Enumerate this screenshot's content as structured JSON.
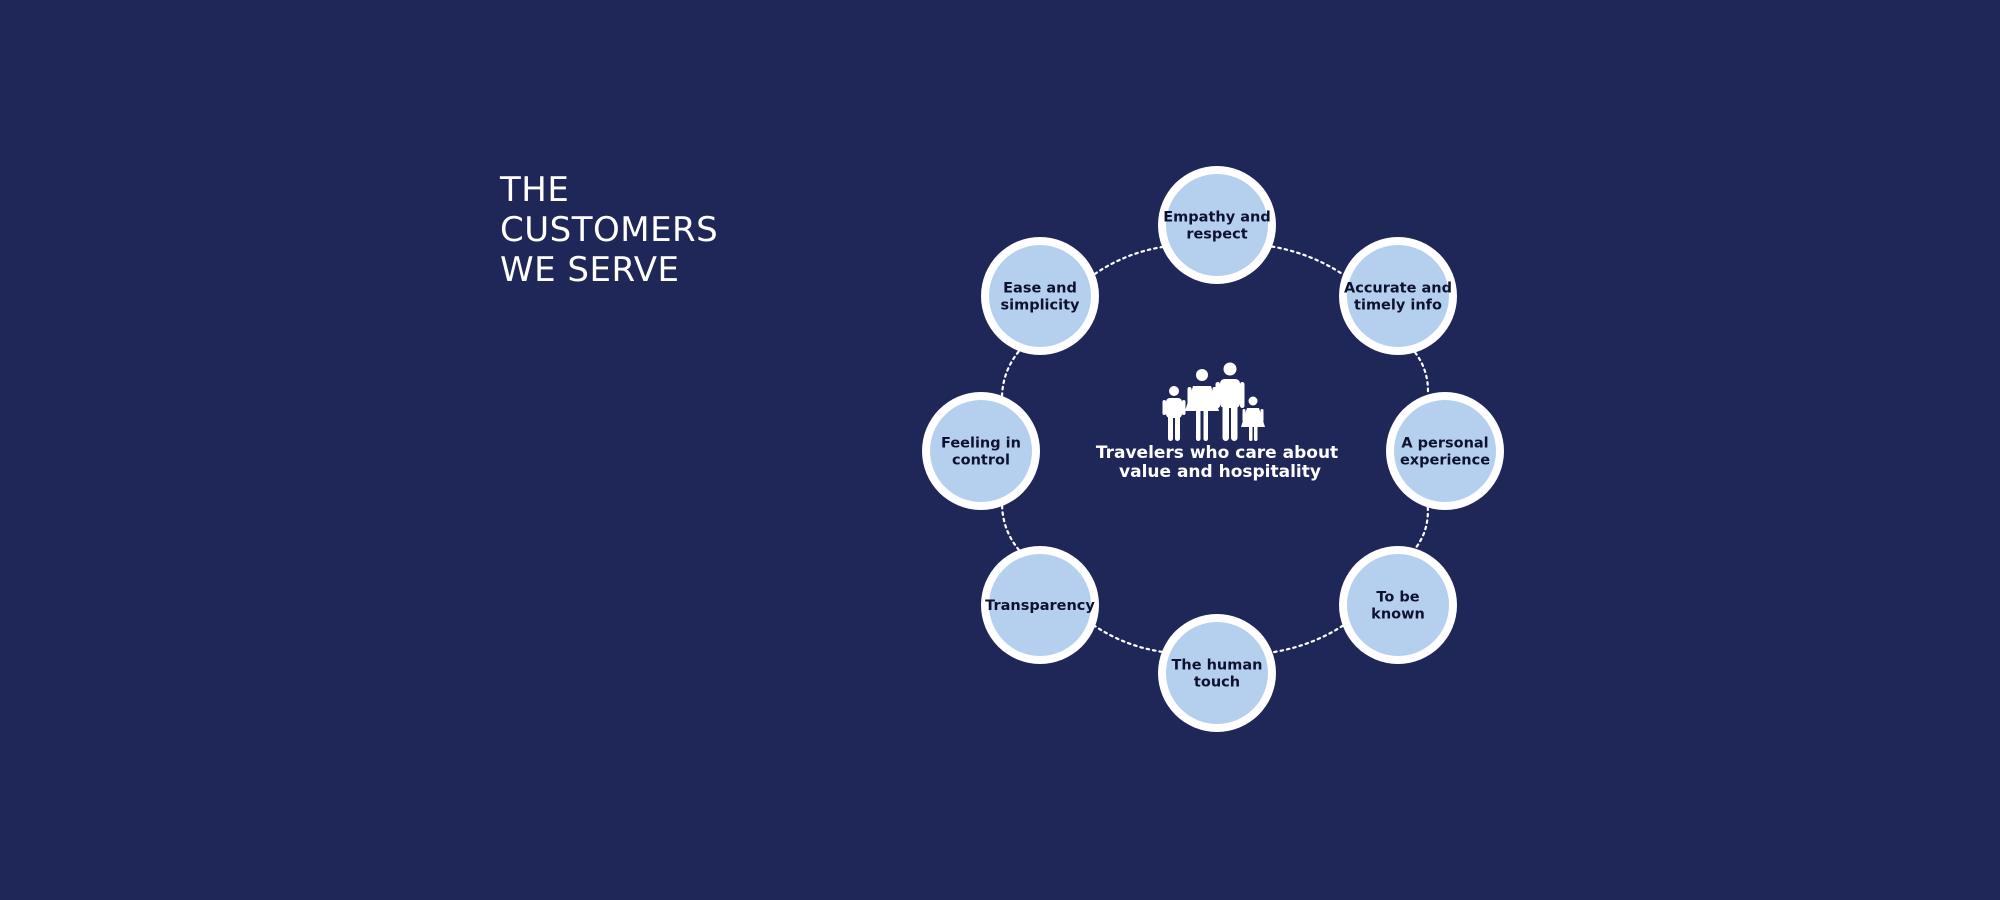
{
  "colors": {
    "background": "#1e2757",
    "ring": "#ffffff",
    "node_fill": "#b5cfee",
    "node_text": "#0d1230",
    "connector": "#ffffff"
  },
  "heading": {
    "lines": [
      "THE",
      "CUSTOMERS",
      "WE SERVE"
    ]
  },
  "center": {
    "icon": "family-icon",
    "label_lines": [
      "Travelers who care about",
      "value and hospitality"
    ]
  },
  "nodes": [
    {
      "id": "empathy",
      "lines": [
        "Empathy and",
        "respect"
      ]
    },
    {
      "id": "accurate-info",
      "lines": [
        "Accurate and",
        "timely info"
      ]
    },
    {
      "id": "personal-experience",
      "lines": [
        "A personal",
        "experience"
      ]
    },
    {
      "id": "to-be-known",
      "lines": [
        "To be",
        "known"
      ]
    },
    {
      "id": "human-touch",
      "lines": [
        "The human",
        "touch"
      ]
    },
    {
      "id": "transparency",
      "lines": [
        "Transparency"
      ]
    },
    {
      "id": "feeling-in-control",
      "lines": [
        "Feeling in",
        "control"
      ]
    },
    {
      "id": "ease-simplicity",
      "lines": [
        "Ease and",
        "simplicity"
      ]
    }
  ]
}
